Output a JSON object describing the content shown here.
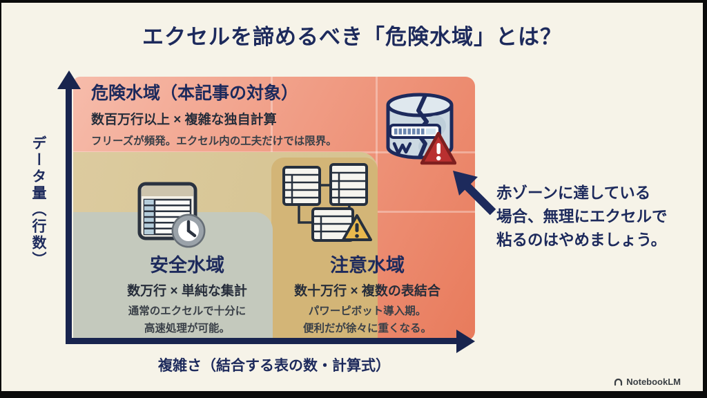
{
  "title": "エクセルを諦めるべき「危険水域」とは？",
  "axes": {
    "y_label": "データ量（行数）",
    "x_label": "複雑さ（結合する表の数・計算式）"
  },
  "zones": {
    "danger": {
      "name": "危険水域（本記事の対象）",
      "condition": "数百万行以上 × 複雑な独自計算",
      "description": "フリーズが頻発。エクセル内の工夫だけでは限界。"
    },
    "safe": {
      "name": "安全水域",
      "condition": "数万行 × 単純な集計",
      "description_line1": "通常のエクセルで十分に",
      "description_line2": "高速処理が可能。"
    },
    "caution": {
      "name": "注意水域",
      "condition": "数十万行 × 複数の表結合",
      "description_line1": "パワーピボット導入期。",
      "description_line2": "便利だが徐々に重くなる。"
    }
  },
  "annotation": {
    "line1": "赤ゾーンに達している",
    "line2": "場合、無理にエクセルで",
    "line3": "粘るのはやめましょう。"
  },
  "footer": {
    "brand": "NotebookLM"
  },
  "icons": {
    "danger": "cracked-database-icon",
    "safe": "spreadsheet-clock-icon",
    "caution": "linked-tables-warning-icon",
    "pointer": "arrow-up-left-icon",
    "brand": "notebooklm-icon"
  },
  "colors": {
    "background": "#f6f3e8",
    "navy": "#1d2a5c",
    "danger_zone": "#ee8f74",
    "caution_zone_light": "#d9c89d",
    "caution_zone_dark": "#d3b577",
    "safe_zone": "#c4c9bd",
    "warning_red": "#b93030",
    "warning_amber": "#e9b94d"
  }
}
